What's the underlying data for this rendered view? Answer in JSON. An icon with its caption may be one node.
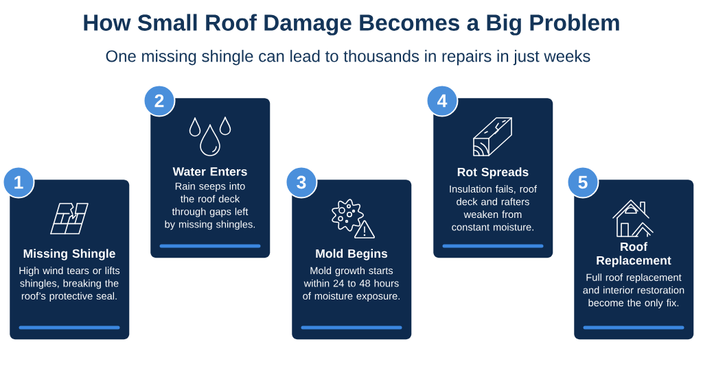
{
  "diagram": {
    "title": "How Small Roof Damage Becomes a Big Problem",
    "nodes": [
      {
        "text": [
          "1"
        ]
      },
      {
        "text": [
          "Missing Shingle",
          "High wind tears or lifts shingles, breaking the roof’s protective seal."
        ]
      },
      {
        "text": [
          "2"
        ]
      },
      {
        "text": [
          "Water Enters",
          "Rain seeps into the roof deck through gaps left by missing shingles."
        ]
      },
      {
        "text": [
          "3"
        ]
      },
      {
        "text": [
          "Mold Begins",
          "Mold growth starts within 24 to 48 hours of moisture exposure."
        ]
      },
      {
        "text": [
          "4"
        ]
      },
      {
        "text": [
          "Rot Spreads",
          "Insulation fails, roof deck and rafters weaken from constant moisture."
        ]
      },
      {
        "text": [
          "5"
        ]
      },
      {
        "text": [
          "Roof Replacement",
          "Full roof replacement and interior restoration become the only fix."
        ]
      }
    ],
    "labels": [
      "One missing shingle can lead to thousands in repairs in just weeks"
    ]
  }
}
